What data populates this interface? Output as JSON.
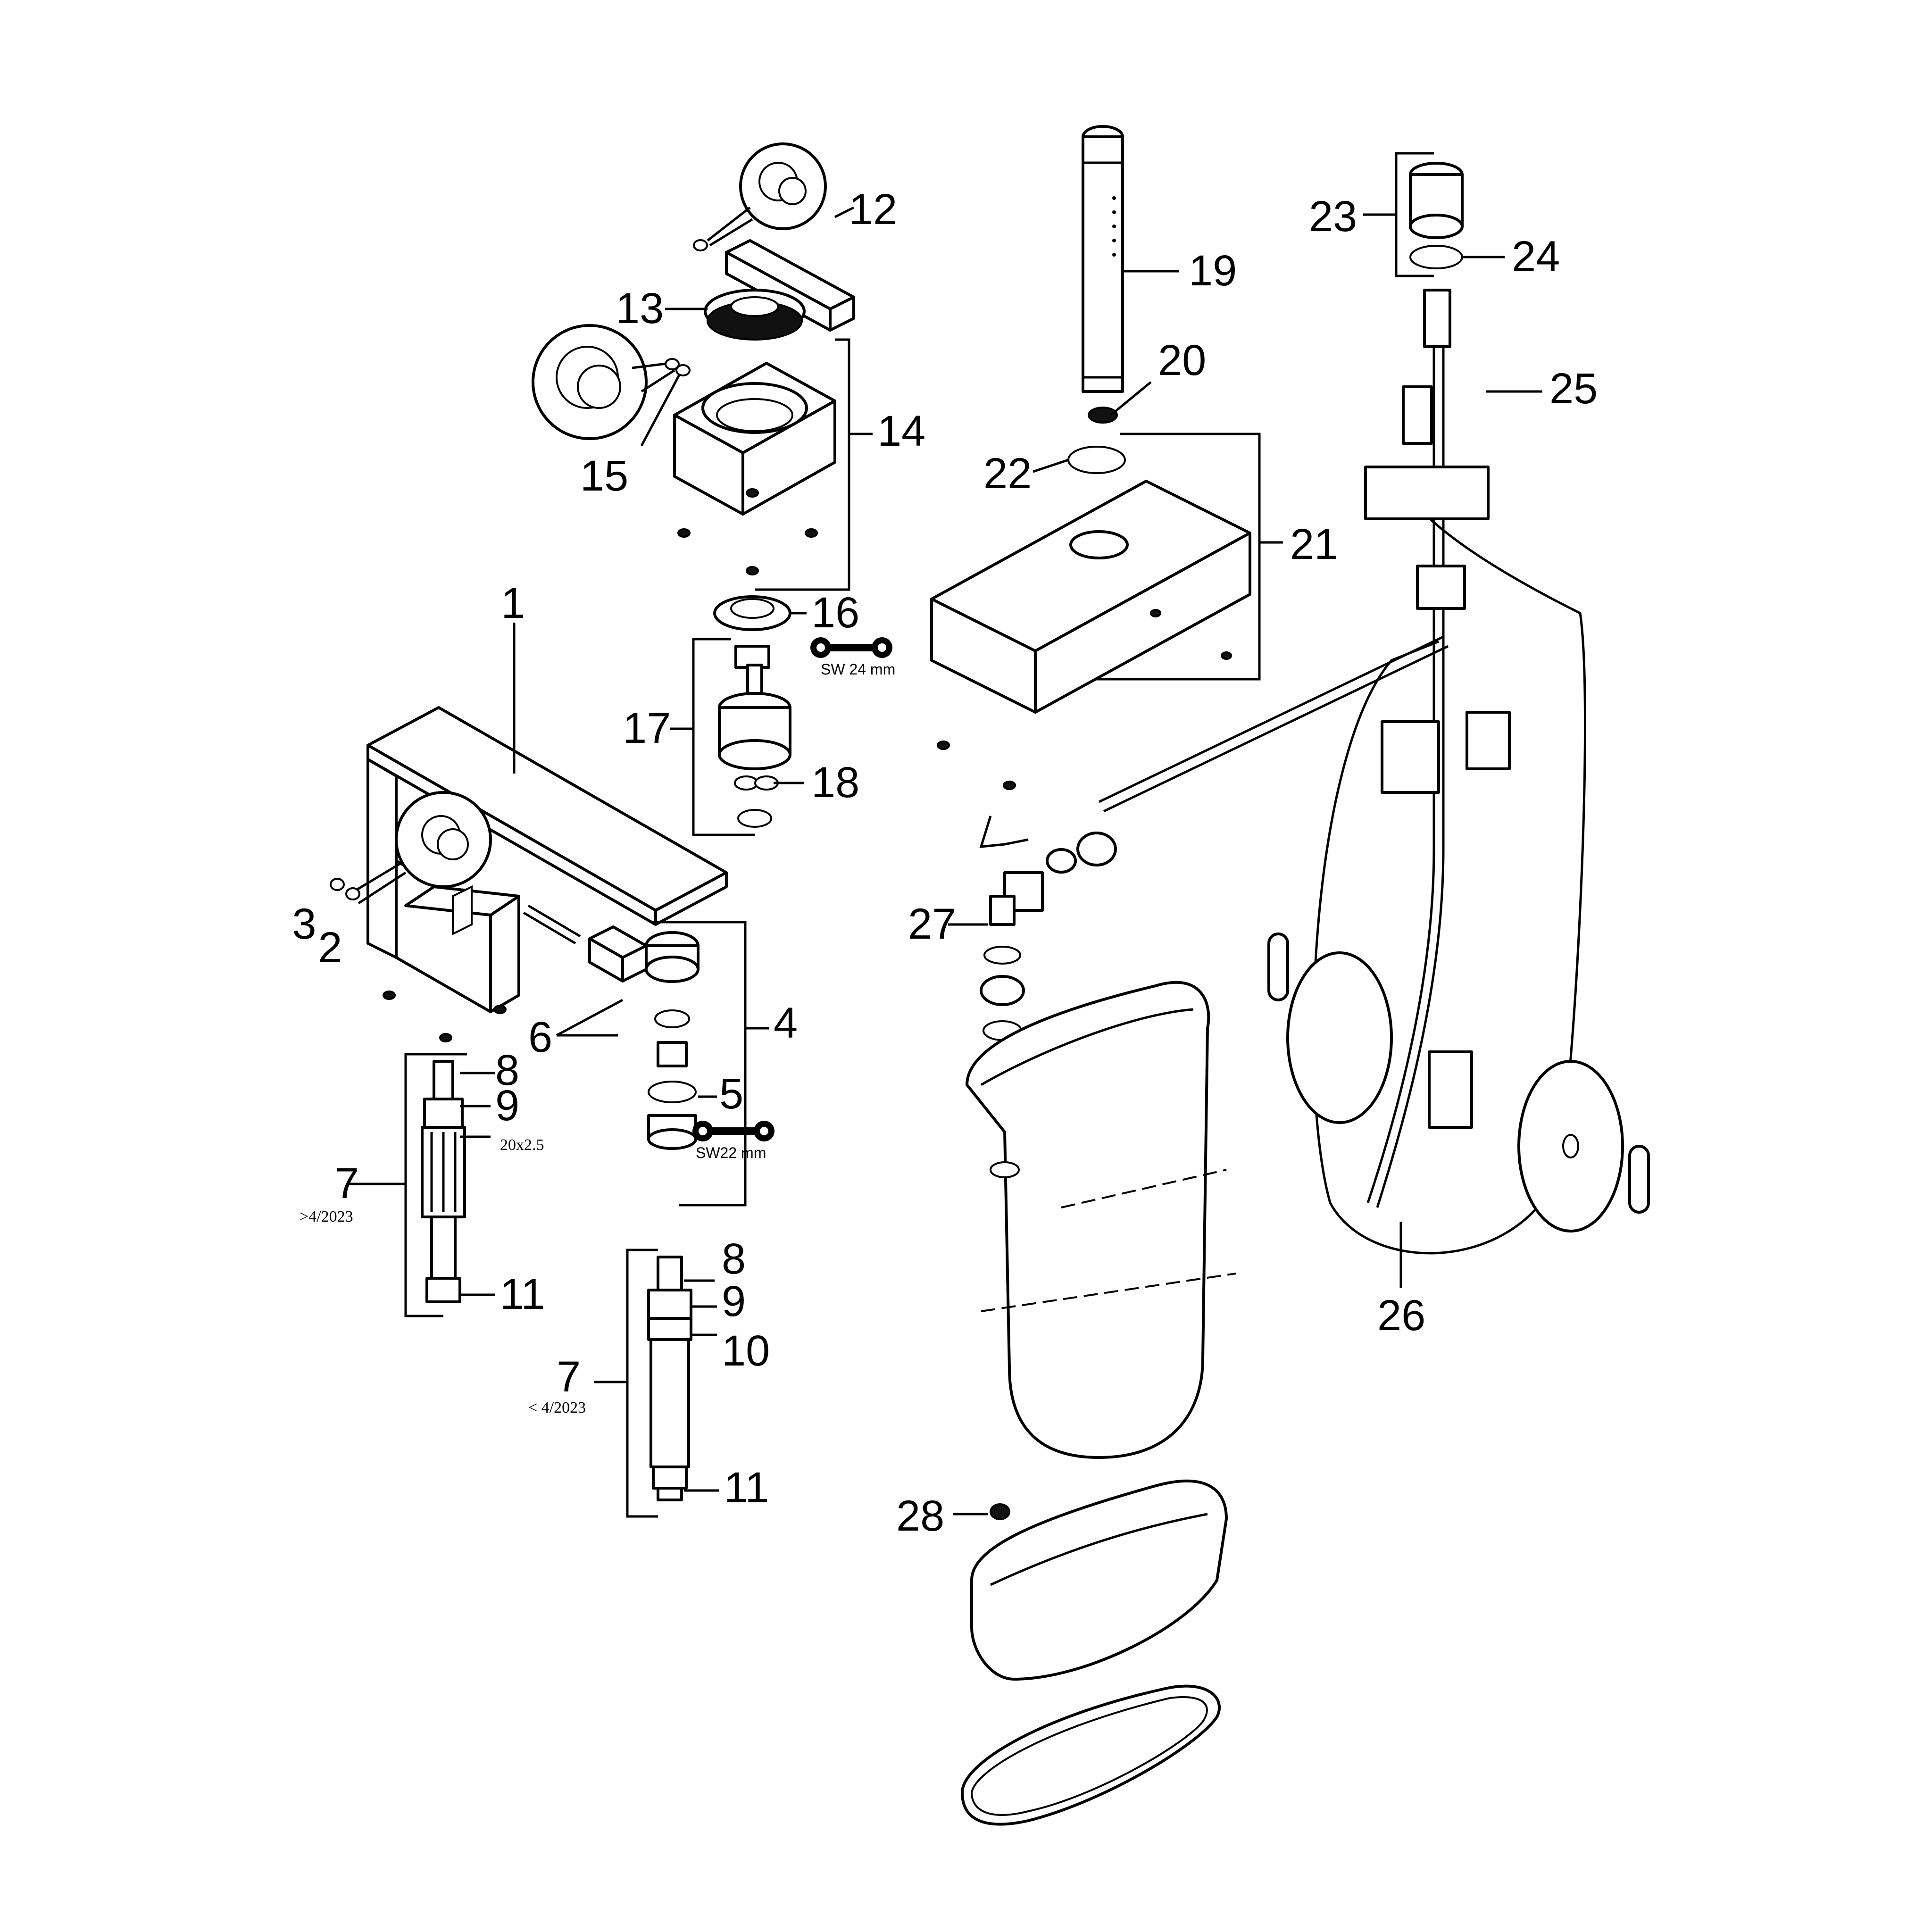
{
  "callouts": {
    "c1": "1",
    "c2": "2",
    "c3": "3",
    "c4": "4",
    "c5": "5",
    "c6": "6",
    "c7a": "7",
    "c7b": "7",
    "c8a": "8",
    "c8b": "8",
    "c9a": "9",
    "c9b": "9",
    "c10": "10",
    "c11a": "11",
    "c11b": "11",
    "c12": "12",
    "c13": "13",
    "c14": "14",
    "c15": "15",
    "c16": "16",
    "c17": "17",
    "c18": "18",
    "c19": "19",
    "c20": "20",
    "c21": "21",
    "c22": "22",
    "c23": "23",
    "c24": "24",
    "c25": "25",
    "c26": "26",
    "c27": "27",
    "c28": "28"
  },
  "notes": {
    "date_after": ">4/2023",
    "date_before": "< 4/2023",
    "oring_size": "20x2.5",
    "wrench_24": "SW 24 mm",
    "wrench_22": "SW22 mm"
  },
  "icons": {
    "wrench": "open-end-wrench-icon",
    "detail": "magnified-detail-circle-icon"
  },
  "colors": {
    "line": "#000000",
    "background": "#ffffff"
  }
}
